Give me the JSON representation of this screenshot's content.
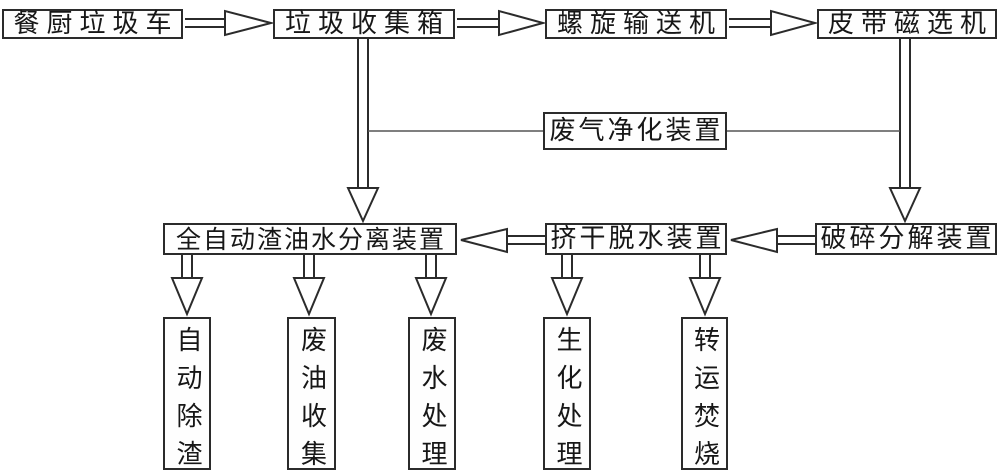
{
  "diagram": {
    "type": "process-flow-diagram",
    "language": "zh-CN",
    "background": "#ffffff",
    "line_color": "#2b2b2b",
    "thin_line_color": "#555555",
    "text_color": "#171717"
  },
  "nodes": {
    "truck": "餐厨垃圾车",
    "collection_box": "垃圾收集箱",
    "screw_conveyor": "螺旋输送机",
    "belt_magnetic_separator": "皮带磁选机",
    "gas_purifier": "废气净化装置",
    "oil_water_separator": "全自动渣油水分离装置",
    "dewatering_unit": "挤干脱水装置",
    "crusher": "破碎分解装置",
    "slag_removal": "自动除渣",
    "waste_oil_collection": "废油收集",
    "waste_water_treatment": "废水处理",
    "biochemical_treatment": "生化处理",
    "transfer_incineration": "转运焚烧"
  },
  "edges": [
    {
      "from": "truck",
      "to": "collection_box",
      "style": "hollow-arrow",
      "direction": "right"
    },
    {
      "from": "collection_box",
      "to": "screw_conveyor",
      "style": "hollow-arrow",
      "direction": "right"
    },
    {
      "from": "screw_conveyor",
      "to": "belt_magnetic_separator",
      "style": "hollow-arrow",
      "direction": "right"
    },
    {
      "from": "collection_box",
      "to": "oil_water_separator",
      "style": "hollow-arrow",
      "direction": "down"
    },
    {
      "from": "belt_magnetic_separator",
      "to": "crusher",
      "style": "hollow-arrow",
      "direction": "down"
    },
    {
      "from": "collection_box",
      "to": "gas_purifier",
      "style": "plain-line",
      "direction": "right"
    },
    {
      "from": "belt_magnetic_separator",
      "to": "gas_purifier",
      "style": "plain-line",
      "direction": "left"
    },
    {
      "from": "crusher",
      "to": "dewatering_unit",
      "style": "hollow-arrow",
      "direction": "left"
    },
    {
      "from": "dewatering_unit",
      "to": "oil_water_separator",
      "style": "hollow-arrow",
      "direction": "left"
    },
    {
      "from": "oil_water_separator",
      "to": "slag_removal",
      "style": "hollow-arrow",
      "direction": "down"
    },
    {
      "from": "oil_water_separator",
      "to": "waste_oil_collection",
      "style": "hollow-arrow",
      "direction": "down"
    },
    {
      "from": "oil_water_separator",
      "to": "waste_water_treatment",
      "style": "hollow-arrow",
      "direction": "down"
    },
    {
      "from": "dewatering_unit",
      "to": "biochemical_treatment",
      "style": "hollow-arrow",
      "direction": "down"
    },
    {
      "from": "dewatering_unit",
      "to": "transfer_incineration",
      "style": "hollow-arrow",
      "direction": "down"
    }
  ]
}
